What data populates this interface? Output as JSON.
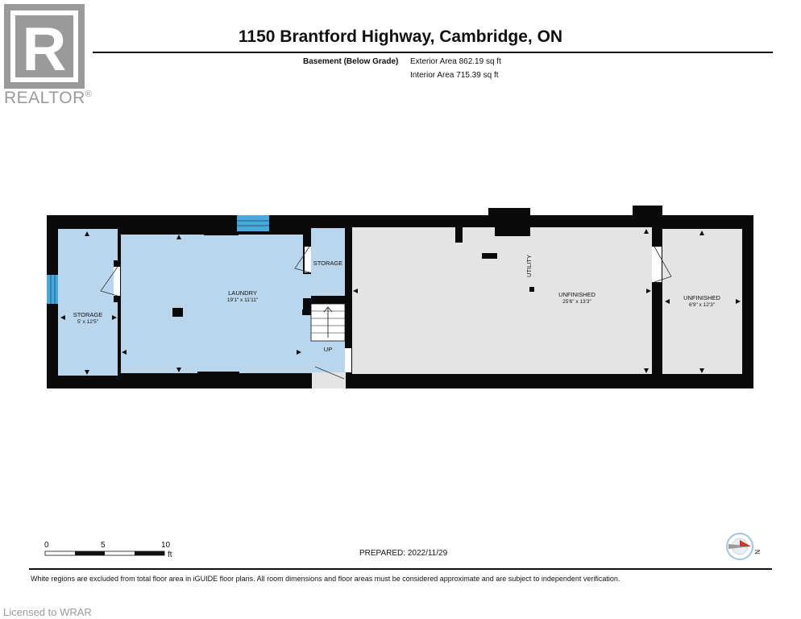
{
  "header": {
    "title": "1150 Brantford Highway, Cambridge, ON",
    "floor_name": "Basement (Below Grade)",
    "exterior_area": "Exterior Area 862.19 sq ft",
    "interior_area": "Interior Area 715.39 sq ft"
  },
  "branding": {
    "logo_letter": "R",
    "logo_word": "REALTOR",
    "registered_mark": "®",
    "licensed": "Licensed to WRAR"
  },
  "rooms": {
    "storage_left": {
      "label": "STORAGE",
      "dims": "5' x 12'5\""
    },
    "laundry": {
      "label": "LAUNDRY",
      "dims": "19'1\" x 11'11\""
    },
    "storage_small": {
      "label": "STORAGE"
    },
    "stairs": {
      "label": "UP"
    },
    "utility": {
      "label": "UTILITY"
    },
    "unfinished_main": {
      "label": "UNFINISHED",
      "dims": "25'6\" x 13'3\""
    },
    "unfinished_right": {
      "label": "UNFINISHED",
      "dims": "6'9\" x 12'3\""
    }
  },
  "scale_bar": {
    "zero": "0",
    "five": "5",
    "ten": "10",
    "unit": "ft"
  },
  "footer": {
    "prepared": "PREPARED:  2022/11/29",
    "disclaimer": "White regions are excluded from total floor area in iGUIDE floor plans. All room dimensions and floor areas must be considered approximate and are subject to independent verification.",
    "compass_letter": "N"
  },
  "colors": {
    "finished_room": "#b9d6ec",
    "unfinished_room": "#e4e4e4",
    "wall": "#0a0a0a",
    "window": "#49a9dc",
    "logo_gray": "#9a9a9a",
    "compass_red": "#d63030"
  }
}
